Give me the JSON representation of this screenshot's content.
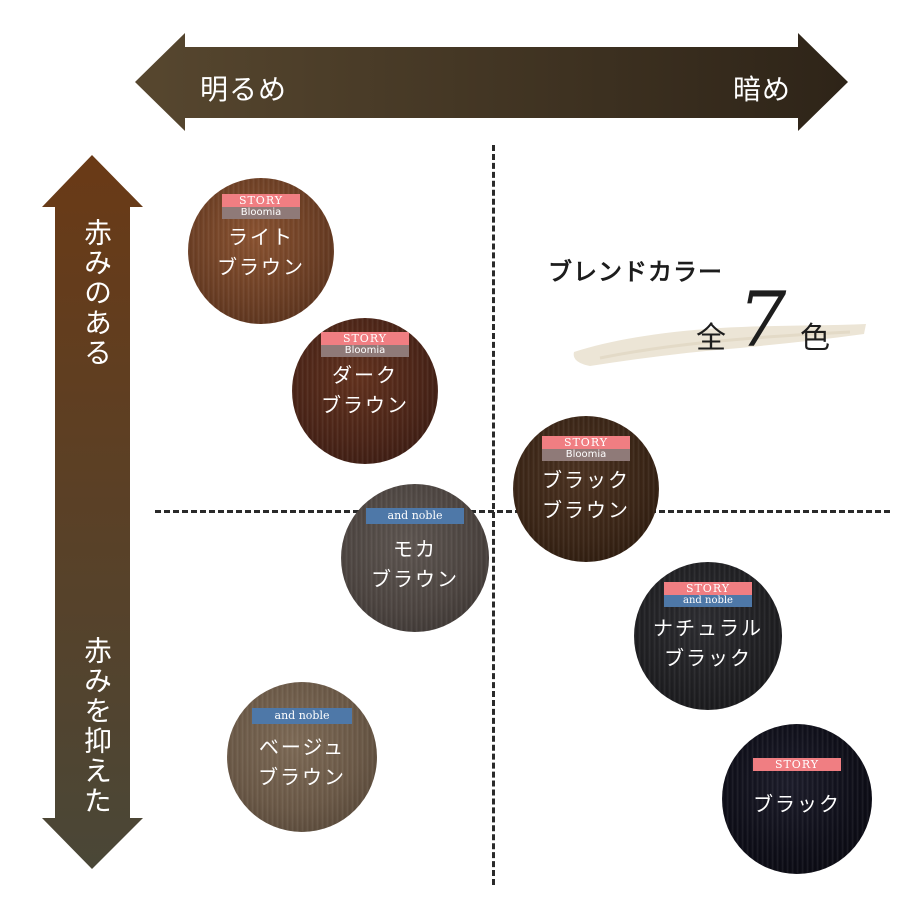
{
  "axes": {
    "horizontal": {
      "left_label": "明るめ",
      "right_label": "暗め"
    },
    "vertical": {
      "top_label": "赤みのある",
      "bottom_label": "赤みを抑えた"
    }
  },
  "blend": {
    "title": "ブレンドカラー",
    "count_prefix": "全",
    "count_number": "7",
    "count_suffix": "色"
  },
  "colors": {
    "arrow_left": "#57472f",
    "arrow_right": "#2e2418",
    "arrow_top": "#6a3a16",
    "arrow_bottom": "#4a4737",
    "story_badge": "#f07e82",
    "bloomia_badge": "#8f7a78",
    "noble_badge": "#4e78a8",
    "brush": "#ece5d6"
  },
  "swatches": [
    {
      "id": "light-brown",
      "badges": [
        "STORY",
        "Bloomia"
      ],
      "name_line1": "ライト",
      "name_line2": "ブラウン",
      "color": "#6b3e24"
    },
    {
      "id": "dark-brown",
      "badges": [
        "STORY",
        "Bloomia"
      ],
      "name_line1": "ダーク",
      "name_line2": "ブラウン",
      "color": "#4a2417"
    },
    {
      "id": "black-brown",
      "badges": [
        "STORY",
        "Bloomia"
      ],
      "name_line1": "ブラック",
      "name_line2": "ブラウン",
      "color": "#3a2516"
    },
    {
      "id": "mocha-brown",
      "badges": [
        "and noble"
      ],
      "name_line1": "モカ",
      "name_line2": "ブラウン",
      "color": "#4c4440"
    },
    {
      "id": "natural-black",
      "badges": [
        "STORY",
        "and noble"
      ],
      "name_line1": "ナチュラル",
      "name_line2": "ブラック",
      "color": "#1f1f22"
    },
    {
      "id": "beige-brown",
      "badges": [
        "and noble"
      ],
      "name_line1": "ベージュ",
      "name_line2": "ブラウン",
      "color": "#6a5846"
    },
    {
      "id": "black",
      "badges": [
        "STORY"
      ],
      "name_line1": "ブラック",
      "name_line2": "",
      "color": "#0e0e18"
    }
  ]
}
